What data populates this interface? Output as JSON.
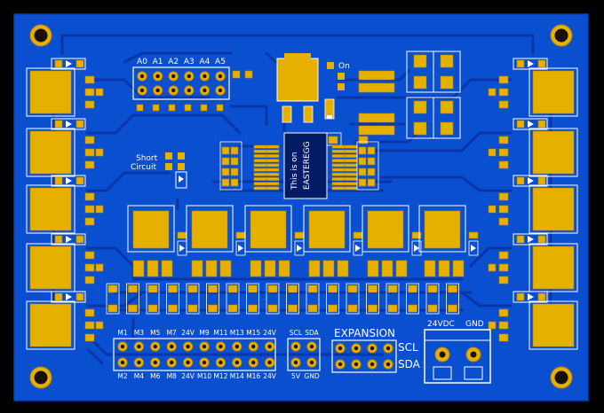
{
  "board": {
    "colors": {
      "background": "#000000",
      "substrate": "#0a4fd0",
      "trace": "#0636a8",
      "pad": "#e6b000",
      "pad_edge": "#b98400",
      "drill": "#1a1000",
      "silk": "#ffffff",
      "mask_dark": "#041c66"
    },
    "header_analog": {
      "labels": [
        "A0",
        "A1",
        "A2",
        "A3",
        "A4",
        "A5"
      ]
    },
    "indicator": {
      "led_label": "On",
      "short_label_line1": "Short",
      "short_label_line2": "Circuit"
    },
    "chip_label": {
      "line1": "This is on",
      "line2": "EASTEREGG"
    },
    "motor_header": {
      "top_labels": [
        "M1",
        "M3",
        "M5",
        "M7",
        "24V",
        "M9",
        "M11",
        "M13",
        "M15",
        "24V"
      ],
      "bottom_labels": [
        "M2",
        "M4",
        "M6",
        "M8",
        "24V",
        "M10",
        "M12",
        "M14",
        "M16",
        "24V"
      ]
    },
    "i2c_header": {
      "top_labels": [
        "SCL",
        "SDA"
      ],
      "bottom_labels": [
        "5V",
        "GND"
      ]
    },
    "expansion": {
      "title": "EXPANSION",
      "right_labels": [
        "SCL",
        "SDA"
      ]
    },
    "power_terminal": {
      "labels": [
        "24VDC",
        "GND"
      ]
    }
  }
}
